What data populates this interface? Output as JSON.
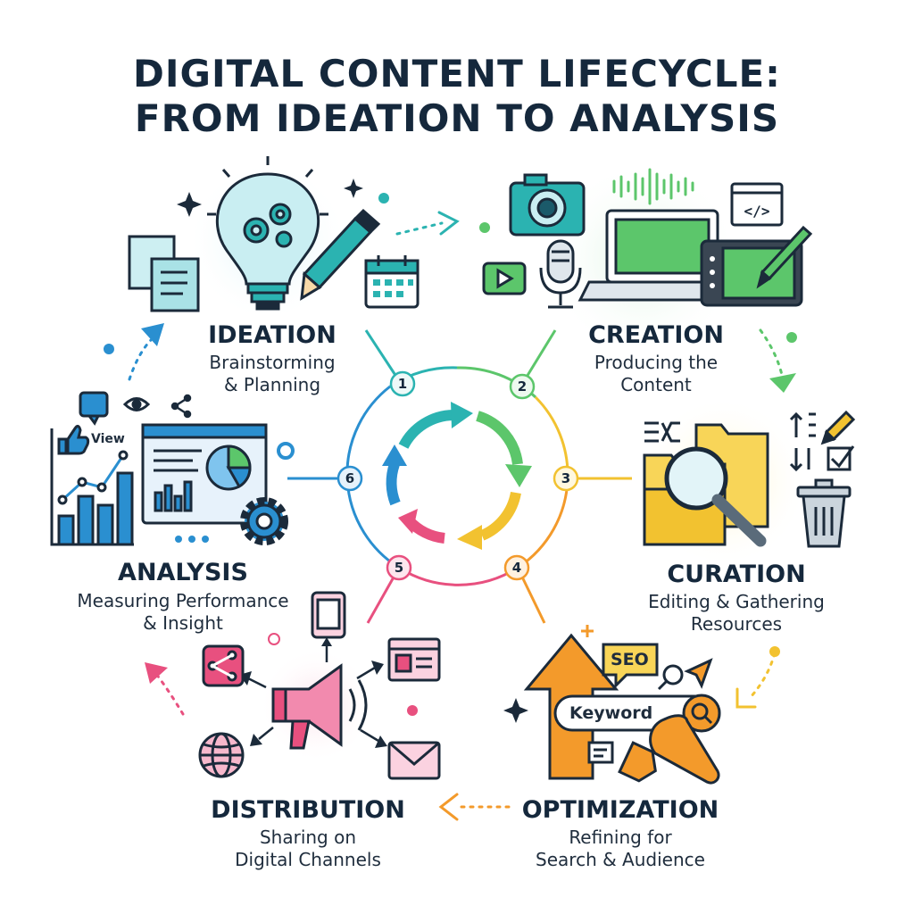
{
  "title": {
    "line1": "DIGITAL CONTENT LIFECYCLE:",
    "line2": "FROM IDEATION TO ANALYSIS"
  },
  "stages": [
    {
      "number": "1",
      "name": "IDEATION",
      "desc1": "Brainstorming",
      "desc2": "& Planning",
      "color": "#2bb3b1"
    },
    {
      "number": "2",
      "name": "CREATION",
      "desc1": "Producing the",
      "desc2": "Content",
      "color": "#5cc66b"
    },
    {
      "number": "3",
      "name": "CURATION",
      "desc1": "Editing & Gathering",
      "desc2": "Resources",
      "color": "#f2c230"
    },
    {
      "number": "4",
      "name": "OPTIMIZATION",
      "desc1": "Refining for",
      "desc2": "Search & Audience",
      "color": "#f39a2b"
    },
    {
      "number": "5",
      "name": "DISTRIBUTION",
      "desc1": "Sharing on",
      "desc2": "Digital Channels",
      "color": "#e8507f"
    },
    {
      "number": "6",
      "name": "ANALYSIS",
      "desc1": "Measuring Performance",
      "desc2": "& Insight",
      "color": "#2a8fd0"
    }
  ],
  "labels": {
    "view": "View",
    "seo": "SEO",
    "keyword": "Keyword"
  },
  "icons": [
    "lightbulb-gears-icon",
    "pencil-icon",
    "notes-icon",
    "calendar-icon",
    "camera-icon",
    "audio-wave-icon",
    "code-window-icon",
    "laptop-icon",
    "microphone-icon",
    "play-video-icon",
    "drawing-tablet-icon",
    "folders-icon",
    "magnifier-icon",
    "shuffle-icon",
    "sort-icon",
    "checkbox-icon",
    "trash-icon",
    "up-arrow-icon",
    "seo-tag-icon",
    "keyword-search-icon",
    "wrench-icon",
    "price-tag-icon",
    "megaphone-icon",
    "mobile-icon",
    "share-icon",
    "webpage-icon",
    "globe-icon",
    "envelope-icon",
    "dashboard-icon",
    "bar-chart-icon",
    "pie-chart-icon",
    "gear-icon",
    "like-icon",
    "eye-icon"
  ]
}
